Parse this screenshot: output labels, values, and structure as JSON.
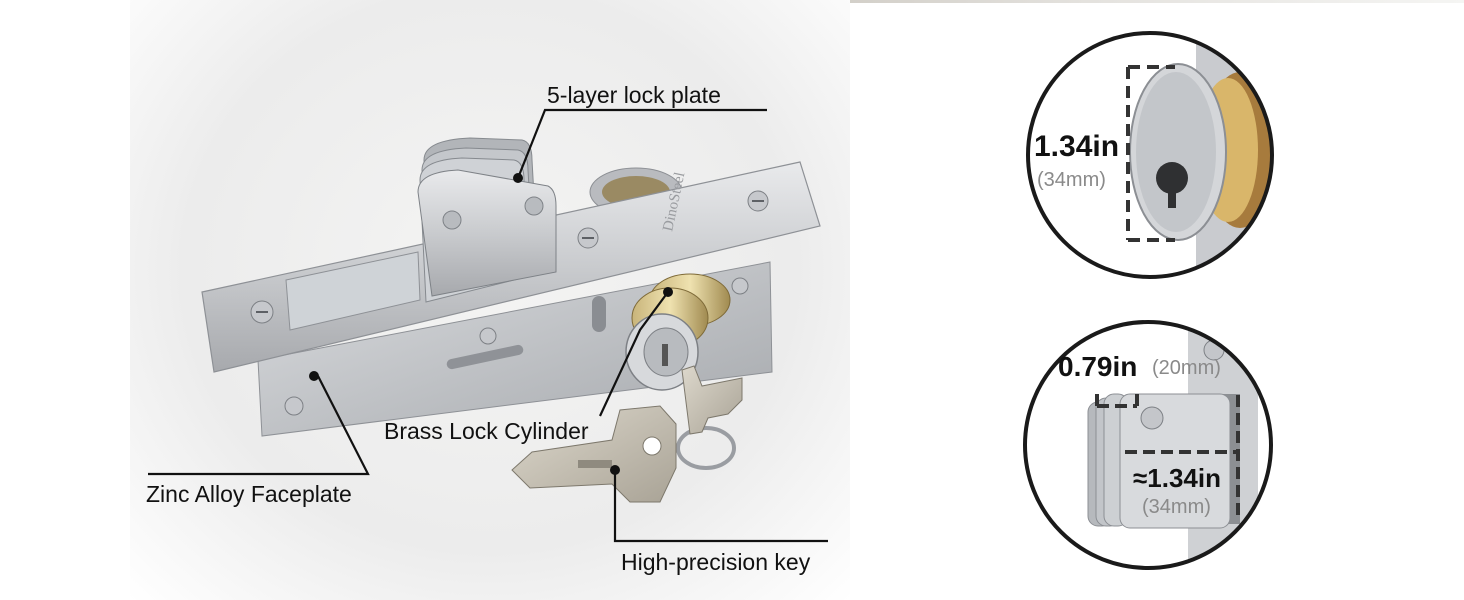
{
  "brand_mark": "DinoSteel",
  "callouts": {
    "lock_plate": "5-layer lock plate",
    "brass_cylinder": "Brass Lock Cylinder",
    "faceplate": "Zinc Alloy Faceplate",
    "key": "High-precision key"
  },
  "detail_cylinder": {
    "value": "1.34in",
    "metric": "(34mm)"
  },
  "detail_bolt": {
    "thickness": "0.79in",
    "thickness_metric": "(20mm)",
    "length": "≈1.34in",
    "length_metric": "(34mm)"
  }
}
